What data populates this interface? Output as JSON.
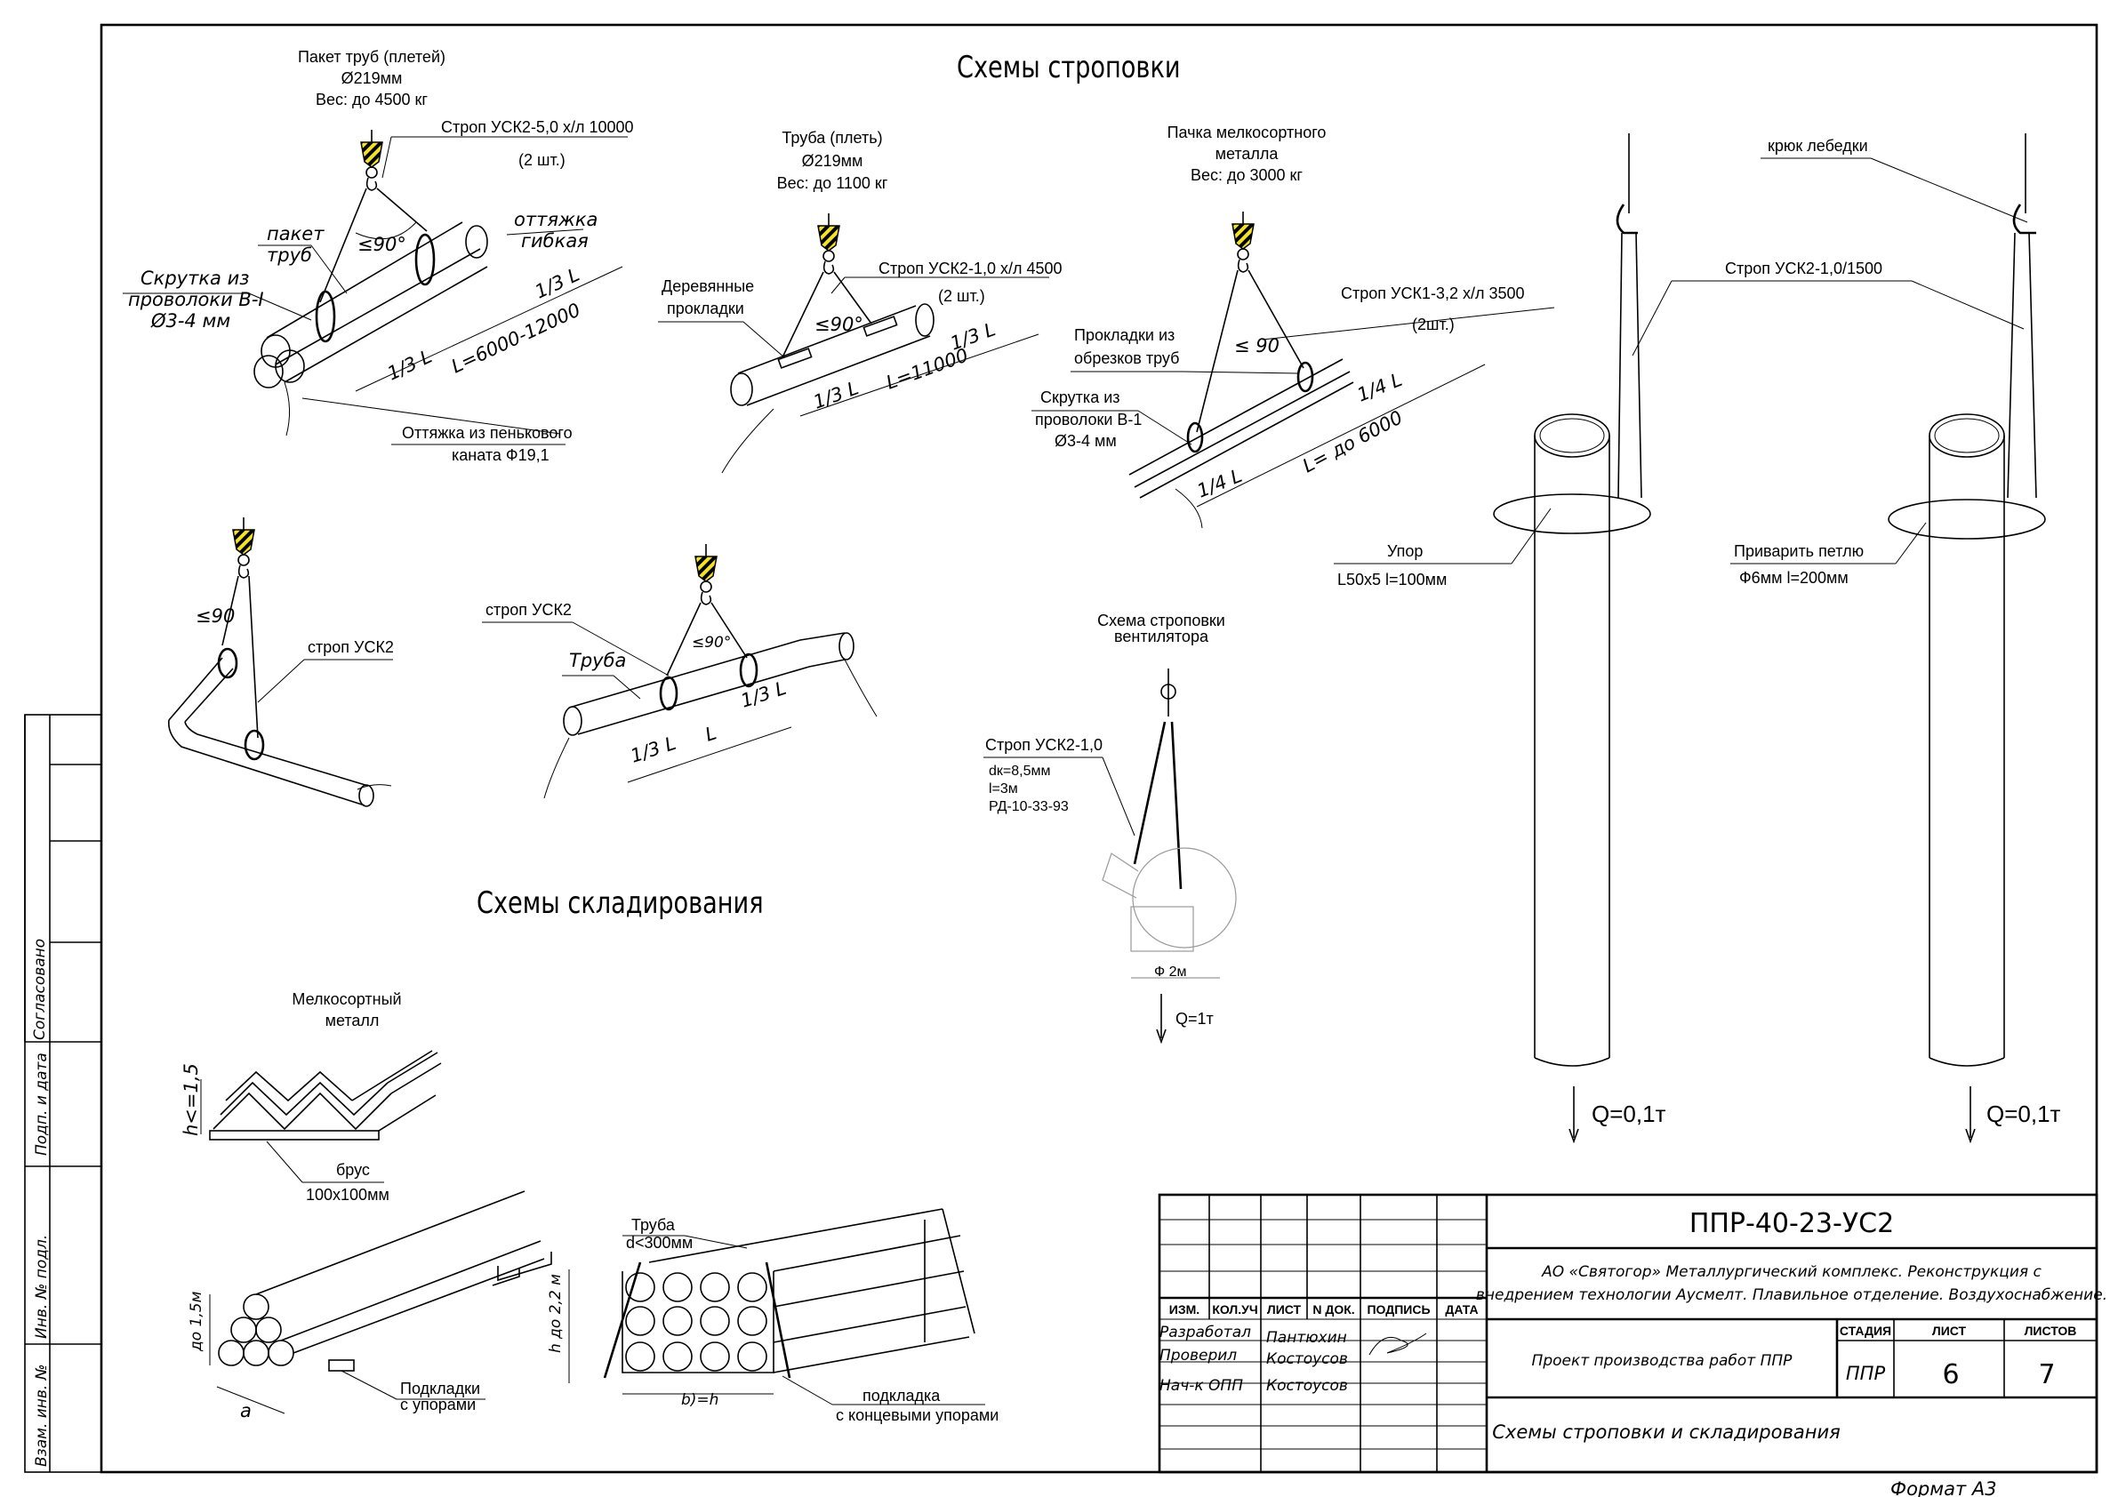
{
  "titles": {
    "slinging": "Схемы строповки",
    "storage": "Схемы складирования"
  },
  "pipe_bundle": {
    "title_1": "Пакет труб (плетей)",
    "title_2": "Ø219мм",
    "title_3": "Вес: до 4500 кг",
    "sling_1": "Строп УСК2-5,0 х/л 10000",
    "sling_2": "(2 шт.)",
    "bundle_1": "пакет",
    "bundle_2": "труб",
    "guy_1": "оттяжка",
    "guy_2": "гибкая",
    "twist_1": "Скрутка из",
    "twist_2": "проволоки В-I",
    "twist_3": "Ø3-4 мм",
    "angle": "≤90°",
    "third_a": "1/3 L",
    "third_b": "1/3 L",
    "length": "L=6000-12000",
    "rope_1": "Оттяжка из пенькового",
    "rope_2": "каната Ф19,1"
  },
  "single_pipe": {
    "title_1": "Труба (плеть)",
    "title_2": "Ø219мм",
    "title_3": "Вес: до 1100 кг",
    "sling_1": "Строп УСК2-1,0 х/л 4500",
    "sling_2": "(2 шт.)",
    "pads_1": "Деревянные",
    "pads_2": "прокладки",
    "angle": "≤90°",
    "third_a": "1/3 L",
    "third_b": "1/3 L",
    "length": "L=11000"
  },
  "metal_pack": {
    "title_1": "Пачка мелкосортного",
    "title_2": "металла",
    "title_3": "Вес: до 3000 кг",
    "sling_1": "Строп УСК1-3,2 х/л 3500",
    "sling_2": "(2шт.)",
    "pads_1": "Прокладки из",
    "pads_2": "обрезков труб",
    "twist_1": "Скрутка из",
    "twist_2": "проволоки В-1",
    "twist_3": "Ø3-4 мм",
    "angle": "≤ 90",
    "quarter_a": "1/4 L",
    "quarter_b": "1/4 L",
    "length": "L= до 6000"
  },
  "winch": {
    "hook": "крюк лебедки",
    "sling": "Строп УСК2-1,0/1500",
    "stop_1": "Упор",
    "stop_2": "L50x5  l=100мм",
    "loop_1": "Приварить петлю",
    "loop_2": "Ф6мм l=200мм",
    "q_left": "Q=0,1т",
    "q_right": "Q=0,1т"
  },
  "bent_pipe": {
    "angle": "≤90",
    "sling": "строп УСК2"
  },
  "long_pipe": {
    "sling": "строп УСК2",
    "pipe": "Труба",
    "angle": "≤90°",
    "third_a": "1/3 L",
    "third_b": "1/3 L",
    "length": "L"
  },
  "fan": {
    "title_1": "Схема строповки",
    "title_2": "вентилятора",
    "sling": "Строп УСК2-1,0",
    "dk": "dк=8,5мм",
    "l": "l=3м",
    "rd": "РД-10-33-93",
    "diameter": "Ф 2м",
    "q": "Q=1т"
  },
  "storage_metal": {
    "title_1": "Мелкосортный",
    "title_2": "металл",
    "height": "h<=1,5",
    "beam_1": "брус",
    "beam_2": "100x100мм"
  },
  "storage_pipes": {
    "height": "до 1,5м",
    "width": "a",
    "pads_1": "Подкладки",
    "pads_2": "с упорами"
  },
  "storage_rack": {
    "pipe_1": "Труба",
    "pipe_2": "d<300мм",
    "height": "h до 2,2 м",
    "width": "b)=h",
    "pad_1": "подкладка",
    "pad_2": "с концевыми упорами"
  },
  "side_stamp": {
    "agreed": "Согласовано",
    "inv_orig": "Инв. № подл.",
    "sign_date": "Подп. и дата",
    "inv_replace": "Взам. инв. №"
  },
  "title_block": {
    "doc_code": "ППР-40-23-УС2",
    "project_1": "АО «Святогор» Металлургический комплекс. Реконструкция с",
    "project_2": "внедрением технологии Аусмелт. Плавильное отделение. Воздухоснабжение.",
    "headers": [
      "ИЗМ.",
      "КОЛ.УЧ",
      "ЛИСТ",
      "N ДОК.",
      "ПОДПИСЬ",
      "ДАТА"
    ],
    "roles": [
      {
        "role": "Разработал",
        "name": "Пантюхин"
      },
      {
        "role": "Проверил",
        "name": "Костоусов"
      },
      {
        "role": "Нач-к ОПП",
        "name": "Костоусов"
      }
    ],
    "work_title": "Проект производства работ ППР",
    "sheet_title": "Схемы строповки и складирования",
    "stage_label": "СТАДИЯ",
    "sheet_label": "ЛИСТ",
    "sheets_label": "ЛИСТОВ",
    "stage": "ППР",
    "sheet": "6",
    "sheets": "7",
    "format": "Формат А3"
  }
}
